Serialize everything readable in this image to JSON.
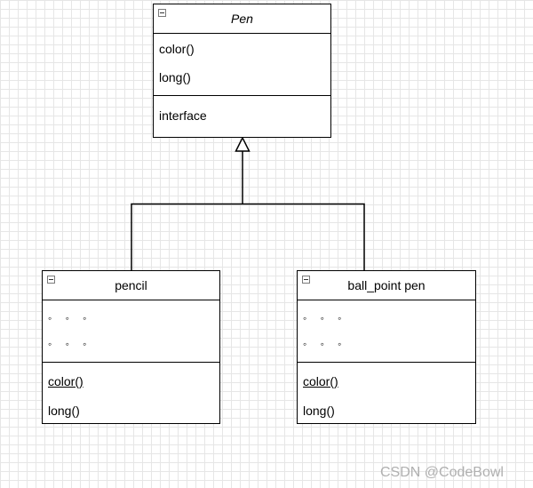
{
  "diagram": {
    "pen": {
      "title": "Pen",
      "attributes": [
        "color()",
        "long()"
      ],
      "operations": [
        "interface"
      ]
    },
    "pencil": {
      "title": "pencil",
      "attributes": [
        "◦ ◦ ◦",
        "◦ ◦ ◦"
      ],
      "operations": [
        "color()",
        "long()"
      ]
    },
    "ball_point_pen": {
      "title": "ball_point pen",
      "attributes": [
        "◦ ◦ ◦",
        "◦ ◦ ◦"
      ],
      "operations": [
        "color()",
        "long()"
      ]
    },
    "relationship": "generalization"
  },
  "watermark": "CSDN @CodeBowl",
  "colors": {
    "line": "#000000",
    "grid": "#e6e6e6",
    "watermark": "#b0b0b0"
  }
}
